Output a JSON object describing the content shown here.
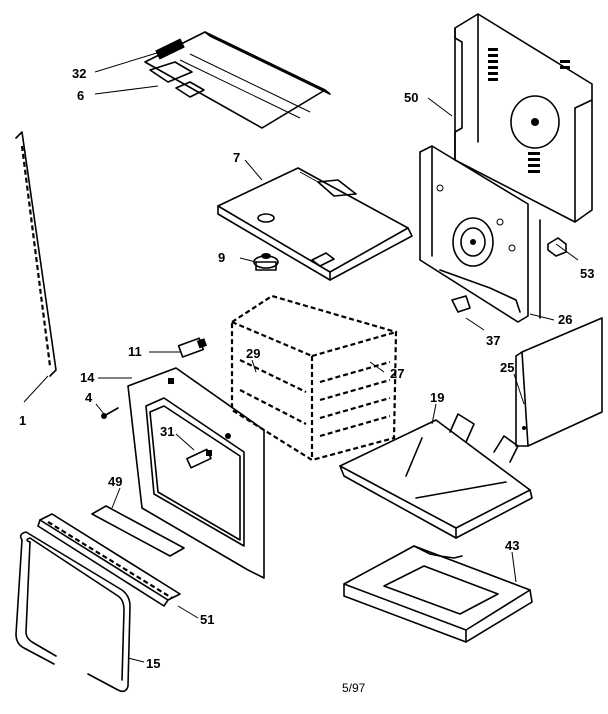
{
  "callouts": {
    "p1": "1",
    "p4": "4",
    "p6": "6",
    "p7": "7",
    "p9": "9",
    "p11": "11",
    "p14": "14",
    "p15": "15",
    "p19": "19",
    "p25": "25",
    "p26": "26",
    "p27": "27",
    "p29": "29",
    "p31": "31",
    "p32": "32",
    "p37": "37",
    "p43": "43",
    "p49": "49",
    "p50": "50",
    "p51": "51",
    "p53": "53"
  },
  "footer": {
    "date_code": "5/97"
  }
}
